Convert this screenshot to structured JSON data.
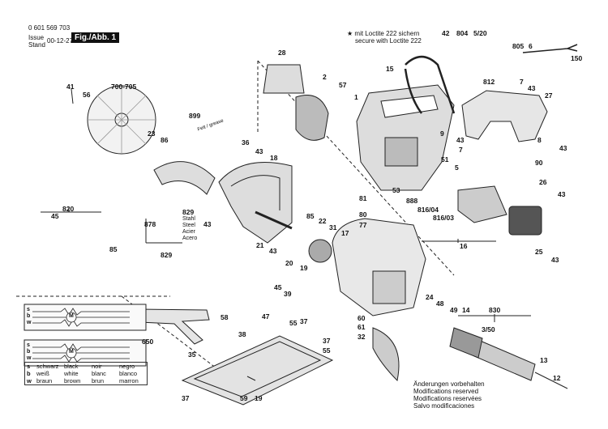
{
  "header": {
    "part_number": "0 601 569 703",
    "issue_label": "Issue",
    "stand_label": "Stand",
    "date": "00-12-27",
    "figure_tag": "Fig./Abb. 1"
  },
  "loctite_note": {
    "line1": "mit Loctite 222 sichern",
    "line2": "secure with Loctite 222"
  },
  "labels": {
    "l28": "28",
    "l2": "2",
    "l57": "57",
    "l1": "1",
    "l15": "15",
    "l42": "42",
    "l804": "804",
    "l520": "5/20",
    "l805": "805",
    "l6": "6",
    "l150": "150",
    "l812": "812",
    "l7": "7",
    "l43": "43",
    "l41": "41",
    "l56": "56",
    "l700": "700-705",
    "l23": "23",
    "l86": "86",
    "l899": "899",
    "l899txt": "Fett / grease",
    "l36": "36",
    "l43b": "43",
    "l18": "18",
    "l27": "27",
    "l9": "9",
    "l43c": "43",
    "l8": "8",
    "l43d": "43",
    "l51": "51",
    "l5": "5",
    "l90": "90",
    "l26": "26",
    "l43e": "43",
    "l53": "53",
    "l888": "888",
    "l81": "81",
    "l80": "80",
    "l77": "77",
    "l816_04": "816/04",
    "l816_03": "816/03",
    "l16": "16",
    "l820": "820",
    "l45": "45",
    "l85": "85",
    "l829a": "829",
    "l829_txt1": "Stahl",
    "l829_txt2": "Steel",
    "l829_txt3": "Acier",
    "l829_txt4": "Acero",
    "l878": "878",
    "l829b": "829",
    "l43f": "43",
    "l21": "21",
    "l85b": "85",
    "l22": "22",
    "l31": "31",
    "l17": "17",
    "l43g": "43",
    "l20": "20",
    "l19": "19",
    "l45b": "45",
    "l39": "39",
    "l25": "25",
    "l43h": "43",
    "l650": "650",
    "l58": "58",
    "l38": "38",
    "l47": "47",
    "l55": "55",
    "l37": "37",
    "l35": "35",
    "l37b": "37",
    "l55b": "55",
    "l24": "24",
    "l48": "48",
    "l49": "49",
    "l14": "14",
    "l830": "830",
    "l3_50": "3/50",
    "l60": "60",
    "l61": "61",
    "l32": "32",
    "l13": "13",
    "l12": "12",
    "l37c": "37",
    "l59": "59",
    "l19b": "19"
  },
  "wiring": {
    "m_label": "M",
    "rows": [
      "s",
      "b",
      "w"
    ]
  },
  "color_legend": [
    {
      "key": "s",
      "de": "schwarz",
      "en": "black",
      "fr": "noir",
      "es": "negro"
    },
    {
      "key": "b",
      "de": "weiß",
      "en": "white",
      "fr": "blanc",
      "es": "blanco"
    },
    {
      "key": "w",
      "de": "braun",
      "en": "brown",
      "fr": "brun",
      "es": "marron"
    }
  ],
  "notes": {
    "de": "Änderungen vorbehalten",
    "en": "Modifications reserved",
    "fr": "Modifications reservées",
    "es": "Salvo modificaciones"
  }
}
